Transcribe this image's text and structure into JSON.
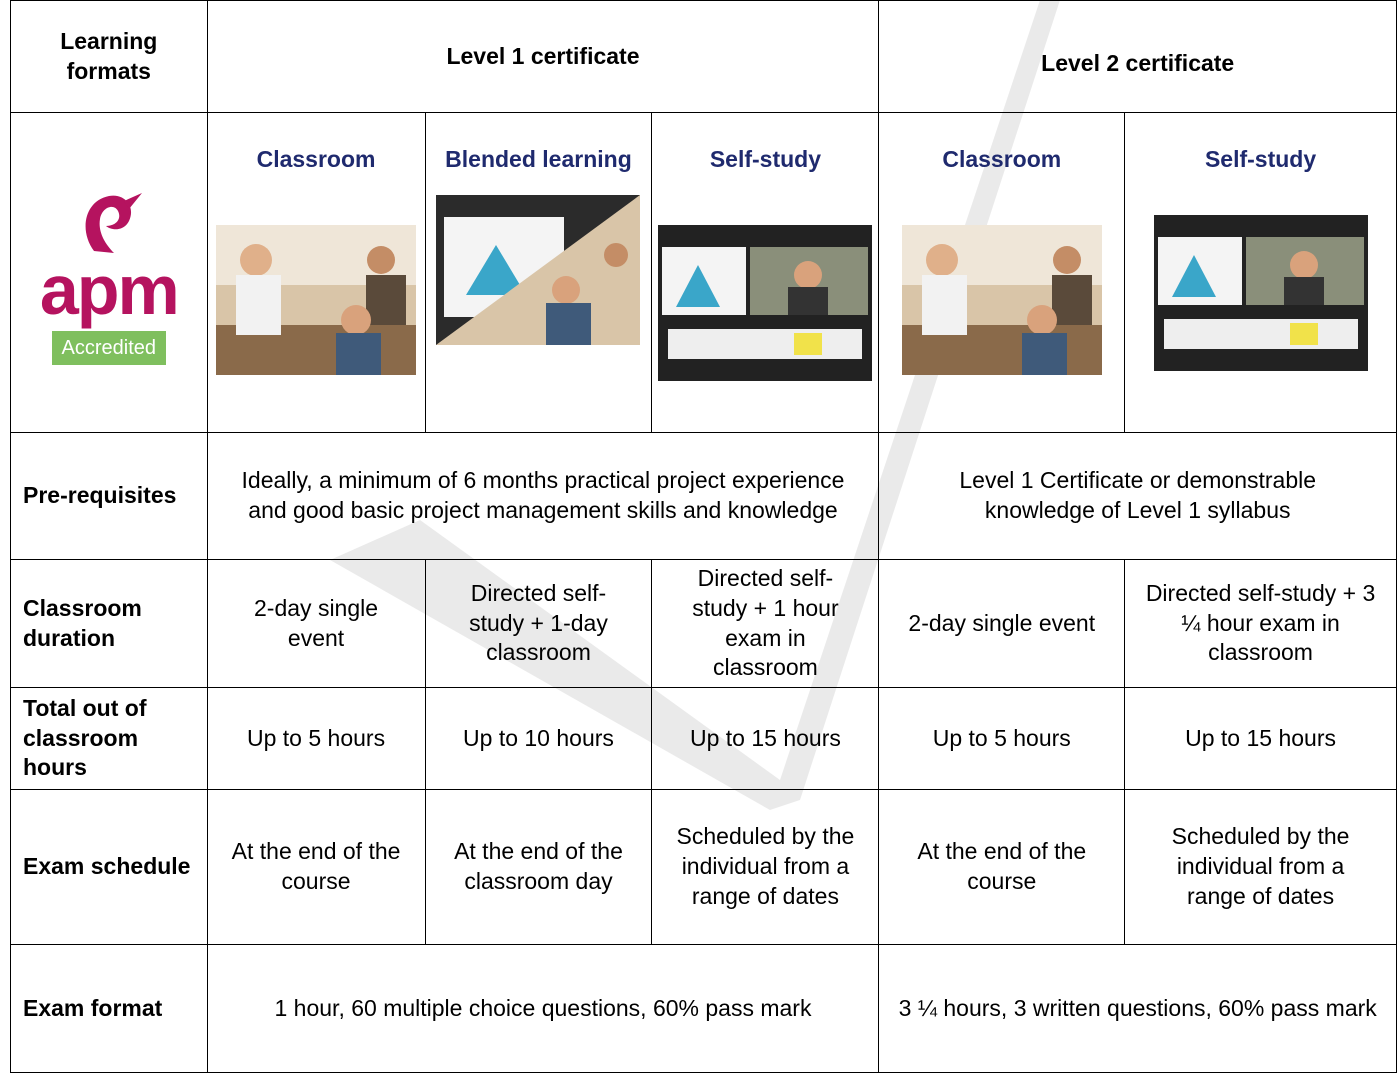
{
  "header": {
    "learning_formats": "Learning formats",
    "level1": "Level 1 certificate",
    "level2": "Level 2 certificate"
  },
  "logo": {
    "brand": "apm",
    "badge": "Accredited"
  },
  "formats": [
    {
      "label": "Classroom"
    },
    {
      "label": "Blended learning"
    },
    {
      "label": "Self-study"
    },
    {
      "label": "Classroom"
    },
    {
      "label": "Self-study"
    }
  ],
  "rows": {
    "prereq": {
      "label": "Pre-requisites",
      "level1": "Ideally, a minimum of 6 months practical project experience and good basic project management skills and knowledge",
      "level2": "Level 1 Certificate or demonstrable knowledge of Level 1 syllabus"
    },
    "duration": {
      "label": "Classroom duration",
      "cells": [
        "2-day single event",
        "Directed self-study + 1-day classroom",
        "Directed self-study + 1 hour exam in classroom",
        "2-day single event",
        "Directed self-study + 3 ¼ hour exam in classroom"
      ]
    },
    "hours": {
      "label": "Total out of classroom hours",
      "cells": [
        "Up to 5 hours",
        "Up to 10 hours",
        "Up to 15 hours",
        "Up to 5 hours",
        "Up to 15 hours"
      ]
    },
    "schedule": {
      "label": "Exam schedule",
      "cells": [
        "At the end of the course",
        "At the end of the classroom day",
        "Scheduled by the individual from a range of dates",
        "At the end of the course",
        "Scheduled by the individual from a range of dates"
      ]
    },
    "format": {
      "label": "Exam format",
      "level1": "1 hour, 60 multiple choice questions, 60% pass mark",
      "level2": "3 ¼ hours, 3 written questions, 60% pass mark"
    }
  },
  "colors": {
    "navy": "#1f2a6e",
    "apm_magenta": "#b5135f",
    "accredited_green": "#7fbf5e"
  }
}
